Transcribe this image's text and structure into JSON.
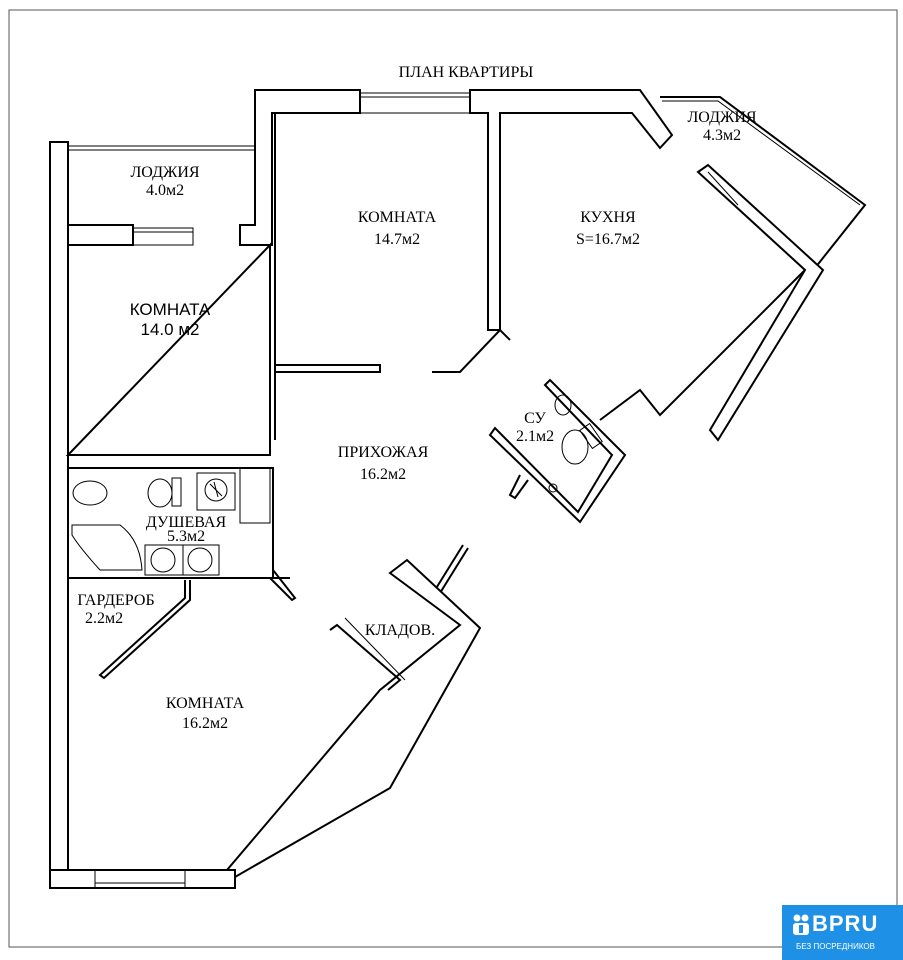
{
  "title": "ПЛАН КВАРТИРЫ",
  "rooms": {
    "loggia_left": {
      "name": "ЛОДЖИЯ",
      "area": "4.0м2"
    },
    "room_14_7": {
      "name": "КОМНАТА",
      "area": "14.7м2"
    },
    "kitchen": {
      "name": "КУХНЯ",
      "area": "S=16.7м2"
    },
    "loggia_right": {
      "name": "ЛОДЖИЯ",
      "area": "4.3м2"
    },
    "room_14_0": {
      "name": "КОМНАТА",
      "area": "14.0 м2"
    },
    "hallway": {
      "name": "ПРИХОЖАЯ",
      "area": "16.2м2"
    },
    "wc": {
      "name": "СУ",
      "area": "2.1м2"
    },
    "shower": {
      "name": "ДУШЕВАЯ",
      "area": "5.3м2"
    },
    "wardrobe": {
      "name": "ГАРДЕРОБ",
      "area": "2.2м2"
    },
    "storage": {
      "name": "КЛАДОВ."
    },
    "room_16_2": {
      "name": "КОМНАТА",
      "area": "16.2м2"
    }
  },
  "logo": {
    "brand": "BPRU",
    "tagline": "БЕЗ ПОСРЕДНИКОВ",
    "color": "#1e90e6"
  }
}
